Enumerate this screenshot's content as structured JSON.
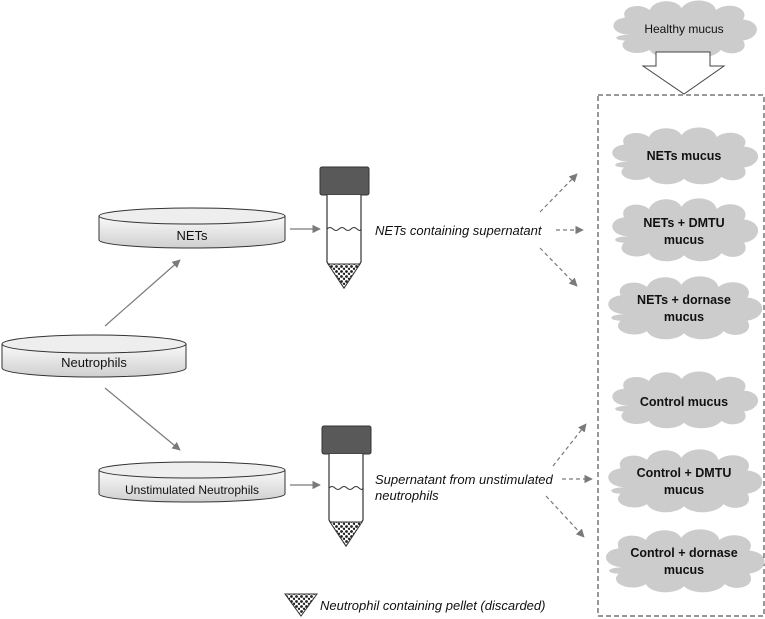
{
  "dishes": {
    "neutrophils": "Neutrophils",
    "nets": "NETs",
    "unstimulated": "Unstimulated Neutrophils"
  },
  "supernatants": {
    "nets": "NETs containing supernatant",
    "unstim_line1": "Supernatant from unstimulated",
    "unstim_line2": "neutrophils"
  },
  "mucus": {
    "healthy": "Healthy mucus",
    "nets": "NETs mucus",
    "nets_dmtu_1": "NETs + DMTU",
    "nets_dmtu_2": "mucus",
    "nets_dornase_1": "NETs + dornase",
    "nets_dornase_2": "mucus",
    "control": "Control mucus",
    "control_dmtu_1": "Control + DMTU",
    "control_dmtu_2": "mucus",
    "control_dornase_1": "Control + dornase",
    "control_dornase_2": "mucus"
  },
  "legend": {
    "pellet": "Neutrophil containing pellet (discarded)"
  },
  "colors": {
    "cloud": "#cccccc",
    "dish_top": "#e6e6e6",
    "dish_side": "#d4d4d4",
    "cap": "#555555",
    "arrow": "#7a7a7a"
  }
}
